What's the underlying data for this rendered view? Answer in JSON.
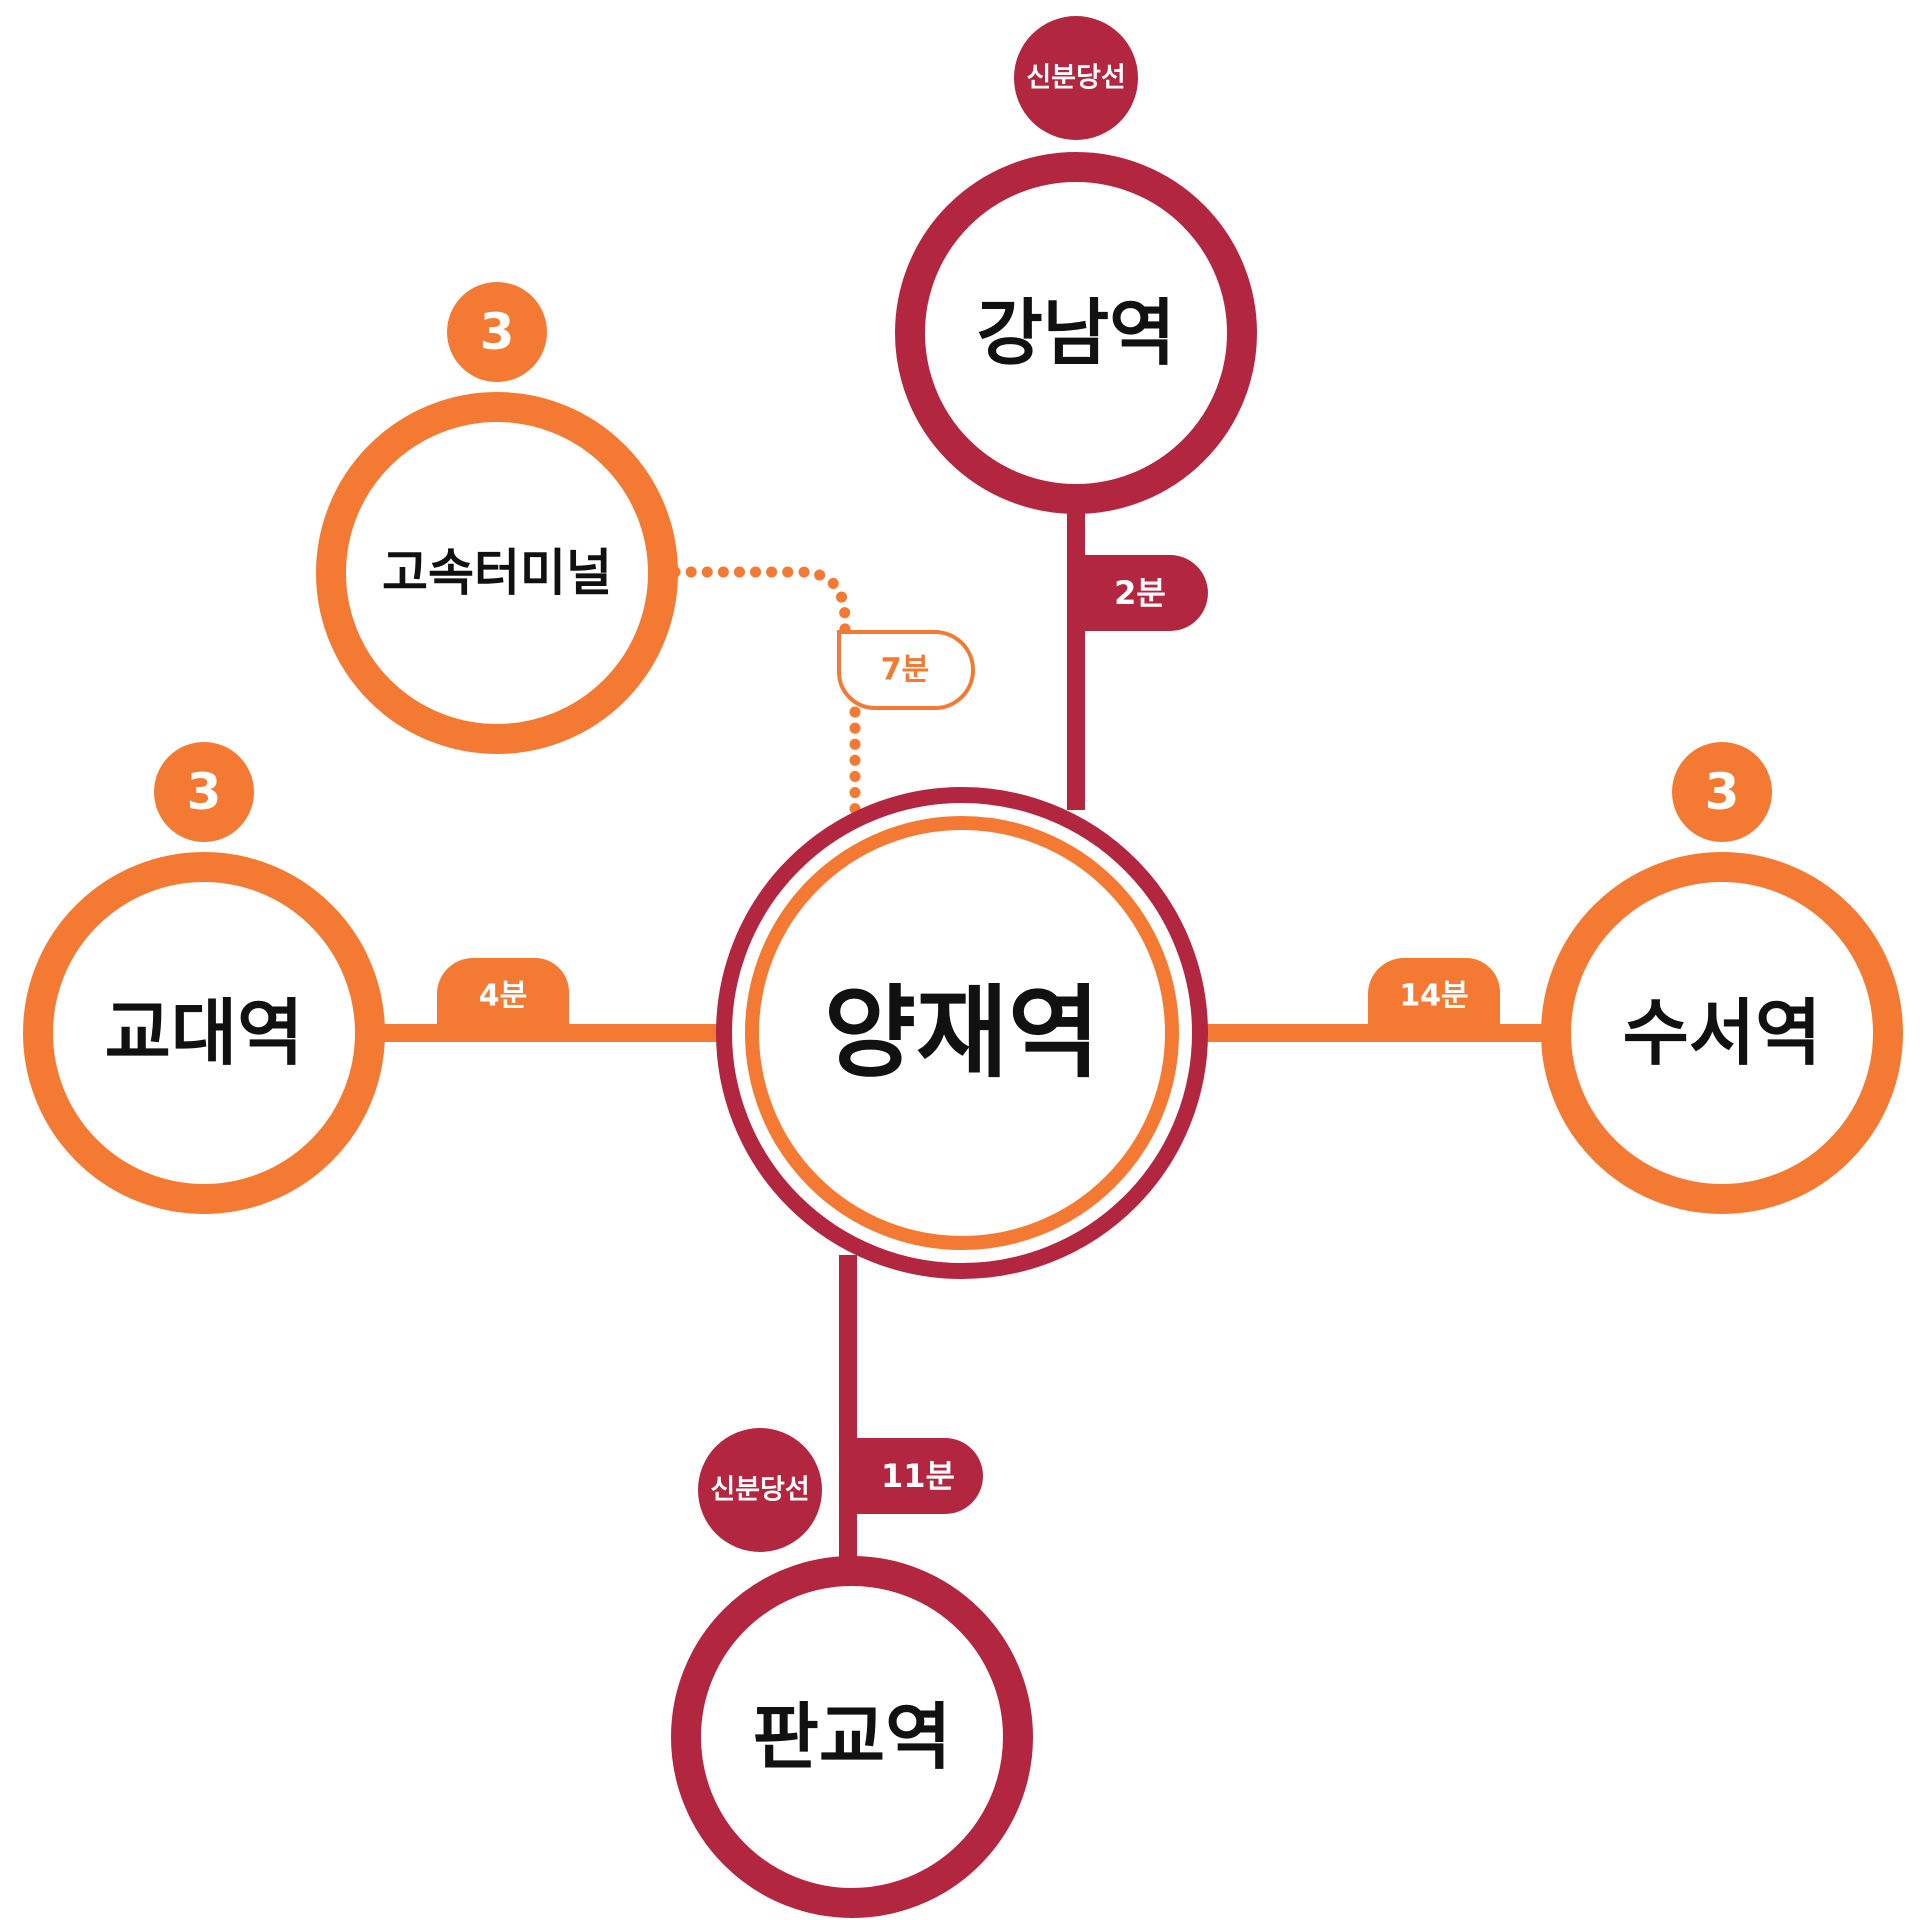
{
  "colors": {
    "orange": "#F47A34",
    "red": "#B2263F",
    "white": "#FFFFFF",
    "black": "#111111"
  },
  "center_station": {
    "name": "양재역"
  },
  "stations": {
    "gangnam": {
      "name": "강남역",
      "line_badge": "신분당선",
      "travel_time": "2분"
    },
    "express_terminal": {
      "name": "고속터미널",
      "line_badge": "3",
      "travel_time": "7분"
    },
    "gyodae": {
      "name": "교대역",
      "line_badge": "3",
      "travel_time": "4분"
    },
    "suseo": {
      "name": "수서역",
      "line_badge": "3",
      "travel_time": "14분"
    },
    "pangyo": {
      "name": "판교역",
      "line_badge": "신분당선",
      "travel_time": "11분"
    }
  }
}
